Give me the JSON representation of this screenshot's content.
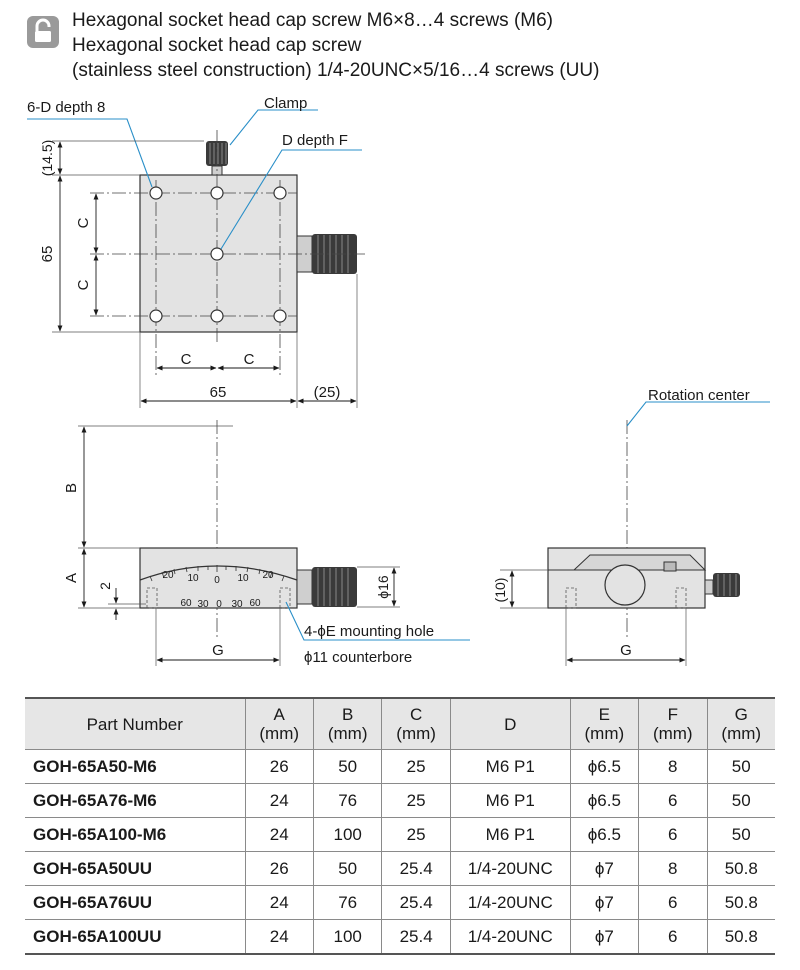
{
  "header": {
    "line1": "Hexagonal socket head cap screw M6×8…4 screws (M6)",
    "line2": "Hexagonal socket head cap screw",
    "line3": "(stainless steel construction) 1/4-20UNC×5/16…4 screws (UU)"
  },
  "drawing": {
    "top_view": {
      "label_6d": "6-D depth 8",
      "label_clamp": "Clamp",
      "label_dF": "D depth F",
      "dim_14_5": "(14.5)",
      "dim_65_vertical": "65",
      "dim_C_upper": "C",
      "dim_C_lower": "C",
      "dim_C_left": "C",
      "dim_C_right": "C",
      "dim_65_horizontal": "65",
      "dim_25": "(25)"
    },
    "front_view": {
      "dim_B": "B",
      "dim_A": "A",
      "dim_2": "2",
      "dim_phi16": "ϕ16",
      "dim_G": "G",
      "scale_upper": [
        "20",
        "10",
        "0",
        "10",
        "20"
      ],
      "scale_lower": [
        "60",
        "30",
        "0",
        "30",
        "60"
      ],
      "label_mount": "4-ϕE mounting hole",
      "label_counterbore": "ϕ11 counterbore"
    },
    "side_view": {
      "label_rotation": "Rotation center",
      "dim_10": "(10)",
      "dim_G": "G"
    }
  },
  "table": {
    "headers": [
      {
        "name": "Part Number",
        "unit": ""
      },
      {
        "name": "A",
        "unit": "(mm)"
      },
      {
        "name": "B",
        "unit": "(mm)"
      },
      {
        "name": "C",
        "unit": "(mm)"
      },
      {
        "name": "D",
        "unit": ""
      },
      {
        "name": "E",
        "unit": "(mm)"
      },
      {
        "name": "F",
        "unit": "(mm)"
      },
      {
        "name": "G",
        "unit": "(mm)"
      }
    ],
    "rows": [
      [
        "GOH-65A50-M6",
        "26",
        "50",
        "25",
        "M6 P1",
        "ϕ6.5",
        "8",
        "50"
      ],
      [
        "GOH-65A76-M6",
        "24",
        "76",
        "25",
        "M6 P1",
        "ϕ6.5",
        "6",
        "50"
      ],
      [
        "GOH-65A100-M6",
        "24",
        "100",
        "25",
        "M6 P1",
        "ϕ6.5",
        "6",
        "50"
      ],
      [
        "GOH-65A50UU",
        "26",
        "50",
        "25.4",
        "1/4-20UNC",
        "ϕ7",
        "8",
        "50.8"
      ],
      [
        "GOH-65A76UU",
        "24",
        "76",
        "25.4",
        "1/4-20UNC",
        "ϕ7",
        "6",
        "50.8"
      ],
      [
        "GOH-65A100UU",
        "24",
        "100",
        "25.4",
        "1/4-20UNC",
        "ϕ7",
        "6",
        "50.8"
      ]
    ]
  },
  "icons": {
    "header_icon": "lock-icon"
  }
}
